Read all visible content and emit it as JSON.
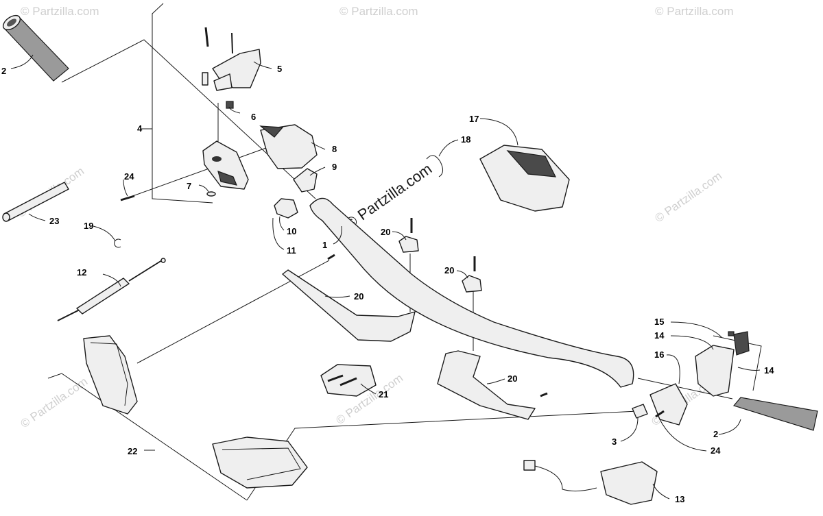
{
  "watermarks": {
    "corner": "© Partzilla.com",
    "center": "© Partzilla.com"
  },
  "callouts": {
    "c1": "1",
    "c2a": "2",
    "c2b": "2",
    "c3": "3",
    "c4": "4",
    "c5": "5",
    "c6": "6",
    "c7": "7",
    "c8": "8",
    "c9": "9",
    "c10": "10",
    "c11": "11",
    "c12": "12",
    "c13": "13",
    "c14a": "14",
    "c14b": "14",
    "c15": "15",
    "c16": "16",
    "c17": "17",
    "c18": "18",
    "c19": "19",
    "c20a": "20",
    "c20b": "20",
    "c20c": "20",
    "c20d": "20",
    "c21": "21",
    "c22": "22",
    "c23": "23",
    "c24a": "24",
    "c24b": "24"
  }
}
